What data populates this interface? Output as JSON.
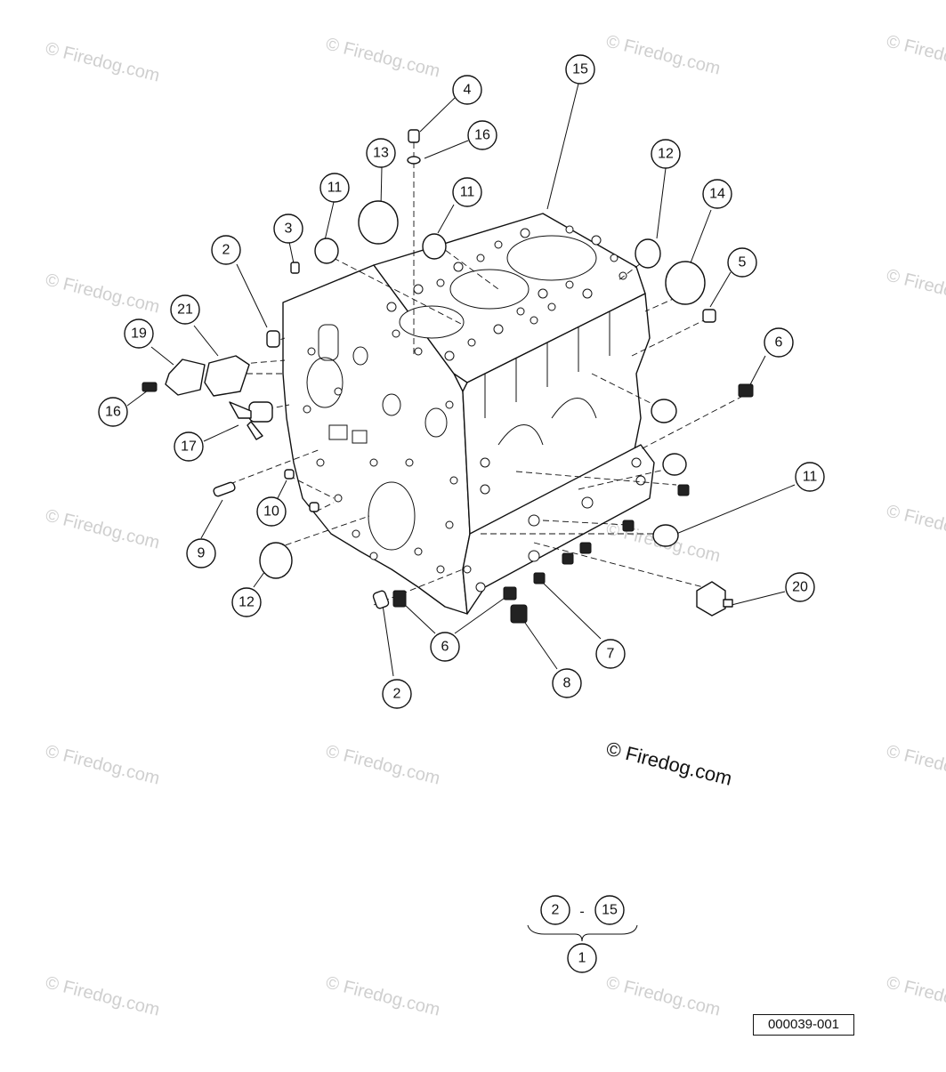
{
  "diagram": {
    "watermark_text": "© Firedog.com",
    "copyright_text": "© Firedog.com",
    "reference_code": "000039-001",
    "group_label": {
      "from": "2",
      "separator": "-",
      "to": "15",
      "parent": "1"
    },
    "callouts": [
      {
        "id": "c4",
        "number": "4"
      },
      {
        "id": "c15",
        "number": "15"
      },
      {
        "id": "c16a",
        "number": "16"
      },
      {
        "id": "c13",
        "number": "13"
      },
      {
        "id": "c12a",
        "number": "12"
      },
      {
        "id": "c11a",
        "number": "11"
      },
      {
        "id": "c11b",
        "number": "11"
      },
      {
        "id": "c14",
        "number": "14"
      },
      {
        "id": "c3",
        "number": "3"
      },
      {
        "id": "c2a",
        "number": "2"
      },
      {
        "id": "c5",
        "number": "5"
      },
      {
        "id": "c21",
        "number": "21"
      },
      {
        "id": "c19",
        "number": "19"
      },
      {
        "id": "c6a",
        "number": "6"
      },
      {
        "id": "c16b",
        "number": "16"
      },
      {
        "id": "c17",
        "number": "17"
      },
      {
        "id": "c11c",
        "number": "11"
      },
      {
        "id": "c10",
        "number": "10"
      },
      {
        "id": "c9",
        "number": "9"
      },
      {
        "id": "c20",
        "number": "20"
      },
      {
        "id": "c12b",
        "number": "12"
      },
      {
        "id": "c6b",
        "number": "6"
      },
      {
        "id": "c7",
        "number": "7"
      },
      {
        "id": "c8",
        "number": "8"
      },
      {
        "id": "c2b",
        "number": "2"
      }
    ]
  }
}
